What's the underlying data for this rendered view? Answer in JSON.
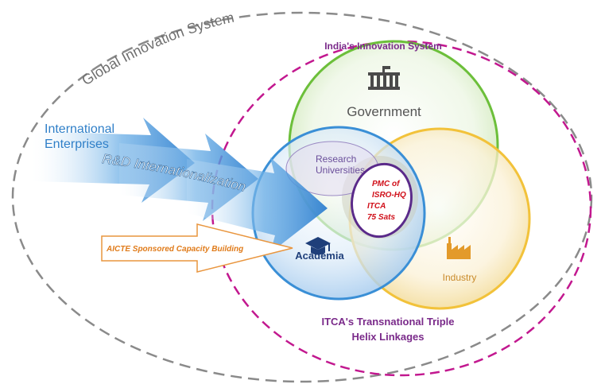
{
  "labels": {
    "global_system": "Global Innovation System",
    "india_system": "India's Innovation System",
    "government": "Government",
    "industry": "Industry",
    "academia": "Academia",
    "research_universities_line1": "Research",
    "research_universities_line2": "Universities",
    "international_line1": "International",
    "international_line2": "Enterprises",
    "rd_internationalization": "R&D Internationalization",
    "pmc_line1": "PMC of",
    "pmc_line2": "ISRO-HQ",
    "pmc_line3": "ITCA",
    "pmc_line4": "75 Sats",
    "aicte": "AICTE Sponsored Capacity Building",
    "itca_line1": "ITCA's Transnational Triple",
    "itca_line2": "Helix Linkages"
  },
  "icons": {
    "government": "government-building-icon",
    "industry": "factory-icon",
    "academia": "graduation-cap-icon"
  },
  "colors": {
    "global_border": "#8a8a8a",
    "india_border": "#c2188f",
    "government_circle": "#6cbf3a",
    "industry_circle": "#f2c23a",
    "academia_circle": "#3a8fd6",
    "arrow_blue": "#3d8ed8",
    "pmc_text": "#d0101a",
    "pmc_border": "#5a2a8a",
    "aicte_text": "#e07b1a",
    "itca_text": "#7a2a8a"
  }
}
